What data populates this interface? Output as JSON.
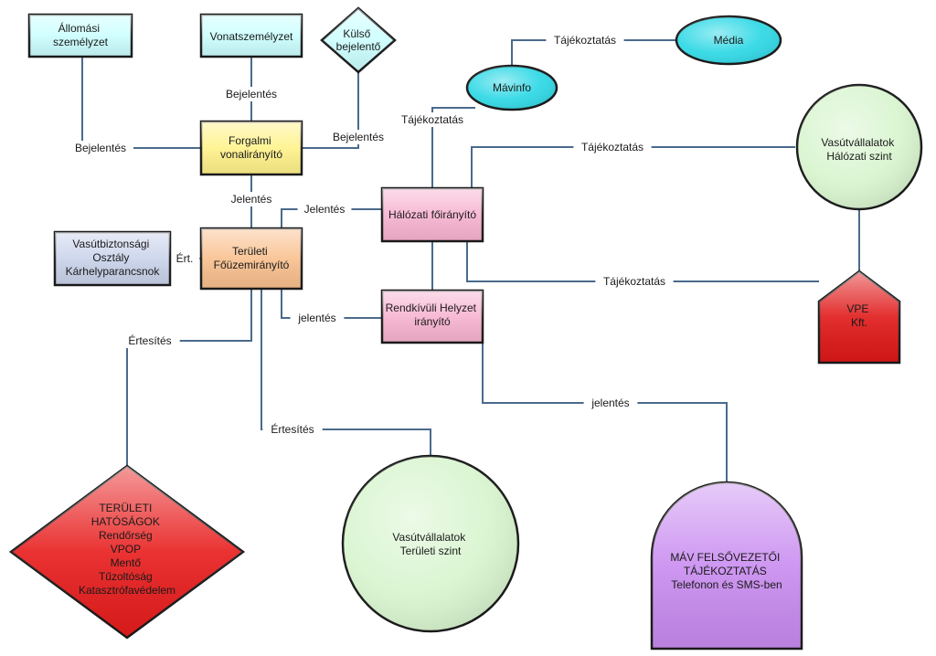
{
  "nodes": {
    "allomasi": {
      "lines": [
        "Állomási",
        "személyzet"
      ],
      "fill": "#ccffff"
    },
    "vonatszemelyzet": {
      "lines": [
        "Vonatszemélyzet"
      ],
      "fill": "#ccffff"
    },
    "kulso": {
      "lines": [
        "Külső",
        "bejelentő"
      ],
      "fill": "#ccffff"
    },
    "mavinfo": {
      "lines": [
        "Mávinfo"
      ],
      "fill": "#33d9e6"
    },
    "media": {
      "lines": [
        "Média"
      ],
      "fill": "#33d9e6"
    },
    "forgalmi": {
      "lines": [
        "Forgalmi",
        "vonalirányító"
      ],
      "fill": "#fff28a"
    },
    "halozati_foiranyito": {
      "lines": [
        "Hálózati főirányító"
      ],
      "fill": "#f7b3d0"
    },
    "vasutvallalatok_halozati": {
      "lines": [
        "Vasútvállalatok",
        "Hálózati szint"
      ],
      "fill": "#d9f5d0"
    },
    "vasutbiztonsagi": {
      "lines": [
        "Vasútbiztonsági",
        "Osztály",
        "Kárhelyparancsnok"
      ],
      "fill": "#c9d3ea"
    },
    "teruleti_fouzemiranyito": {
      "lines": [
        "Területi",
        "Főüzemirányító"
      ],
      "fill": "#f9c08e"
    },
    "rendkivuli": {
      "lines": [
        "Rendkívüli Helyzet",
        "irányító"
      ],
      "fill": "#f7b3d0"
    },
    "vpe": {
      "lines": [
        "VPE",
        "Kft."
      ],
      "fill": "#e01818"
    },
    "teruleti_hatosagok": {
      "lines": [
        "TERÜLETI",
        "HATÓSÁGOK",
        "Rendőrség",
        "VPOP",
        "Mentő",
        "Tűzoltóság",
        "Katasztrófavédelem"
      ],
      "fill": "#e81c1c"
    },
    "vasutvallalatok_teruleti": {
      "lines": [
        "Vasútvállalatok",
        "Területi szint"
      ],
      "fill": "#d9f5d0"
    },
    "mav_felsovezetoi": {
      "lines": [
        "MÁV FELSŐVEZETŐI",
        "TÁJÉKOZTATÁS",
        "Telefonon és SMS-ben"
      ],
      "fill": "#c98cf0"
    }
  },
  "edge_labels": {
    "bejelentes_allomasi": "Bejelentés",
    "bejelentes_vonat": "Bejelentés",
    "bejelentes_kulso": "Bejelentés",
    "jelentes_forgalmi": "Jelentés",
    "jelentes_halozati": "Jelentés",
    "ert": "Ért.",
    "jelentes_rendkivuli": "jelentés",
    "tajekoztatas_mavinfo": "Tájékoztatás",
    "tajekoztatas_media": "Tájékoztatás",
    "tajekoztatas_vasut": "Tájékoztatás",
    "tajekoztatas_vpe": "Tájékoztatás",
    "ertesites_hatosagok": "Értesítés",
    "ertesites_vasut": "Értesítés",
    "jelentes_mav": "jelentés"
  },
  "colors": {
    "line": "#4a6a8c",
    "label_bg": "#ffffff"
  }
}
